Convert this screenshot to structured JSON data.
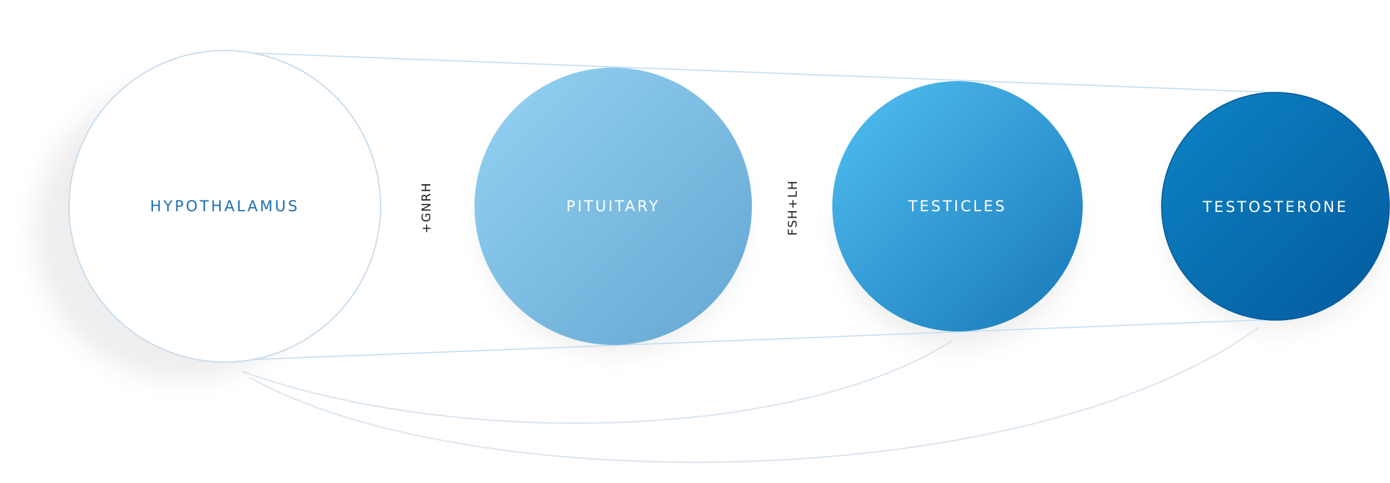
{
  "nodes": [
    {
      "id": "hypothalamus",
      "label": "HYPOTHALAMUS",
      "fill": "none",
      "stroke": "#c7dbec",
      "text_color": "#1f6fae"
    },
    {
      "id": "pituitary",
      "label": "PITUITARY",
      "fill_start": "#95d3f3",
      "fill_end": "#64a6d2",
      "text_color": "#ffffff"
    },
    {
      "id": "testicles",
      "label": "TESTICLES",
      "fill_start": "#52c0f2",
      "fill_end": "#1677b8",
      "text_color": "#ffffff"
    },
    {
      "id": "testosterone",
      "label": "TESTOSTERONE",
      "fill_start": "#0d84c5",
      "fill_end": "#035a9c",
      "text_color": "#ffffff"
    }
  ],
  "connectors": [
    {
      "id": "gnrh",
      "label": "+GNRH"
    },
    {
      "id": "fsh-lh",
      "label": "FSH+LH"
    }
  ],
  "colors": {
    "outline": "#c6dcee",
    "curve": "#dce6ef",
    "connector_text": "#1b1b1b"
  }
}
